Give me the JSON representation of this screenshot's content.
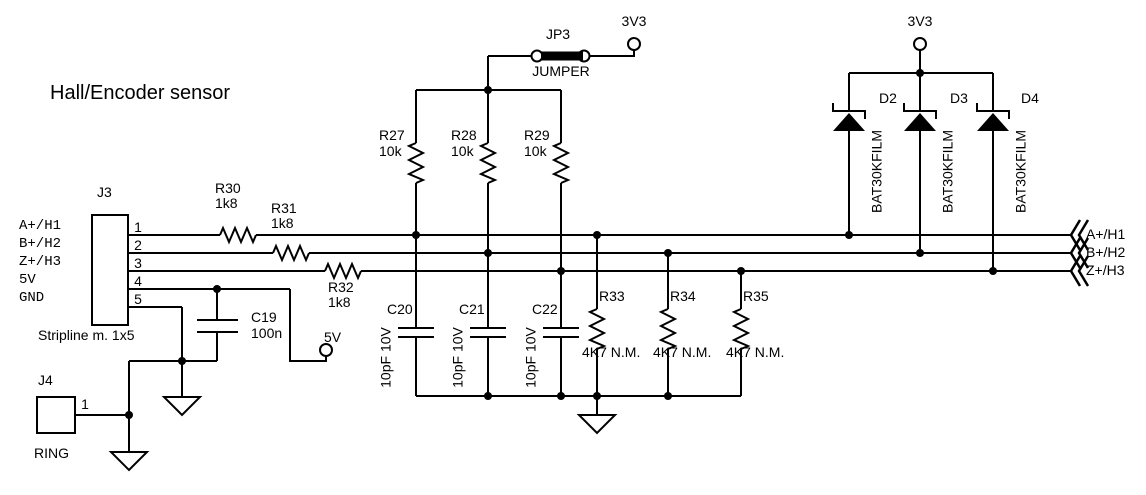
{
  "title": "Hall/Encoder sensor",
  "j3": {
    "ref": "J3",
    "note": "Stripline m. 1x5",
    "pins": [
      {
        "num": "1",
        "label": "A+/H1"
      },
      {
        "num": "2",
        "label": "B+/H2"
      },
      {
        "num": "3",
        "label": "Z+/H3"
      },
      {
        "num": "4",
        "label": "5V"
      },
      {
        "num": "5",
        "label": "GND"
      }
    ]
  },
  "j4": {
    "ref": "J4",
    "pin": "1",
    "note": "RING"
  },
  "jp3": {
    "ref": "JP3",
    "value": "JUMPER"
  },
  "power": {
    "jumper_rail": "3V3",
    "diode_rail": "3V3",
    "sensor_rail": "5V"
  },
  "resistors": {
    "r27": {
      "ref": "R27",
      "value": "10k"
    },
    "r28": {
      "ref": "R28",
      "value": "10k"
    },
    "r29": {
      "ref": "R29",
      "value": "10k"
    },
    "r30": {
      "ref": "R30",
      "value": "1k8"
    },
    "r31": {
      "ref": "R31",
      "value": "1k8"
    },
    "r32": {
      "ref": "R32",
      "value": "1k8"
    },
    "r33": {
      "ref": "R33",
      "value": "4K7 N.M."
    },
    "r34": {
      "ref": "R34",
      "value": "4K7 N.M."
    },
    "r35": {
      "ref": "R35",
      "value": "4K7 N.M."
    }
  },
  "capacitors": {
    "c19": {
      "ref": "C19",
      "value": "100n"
    },
    "c20": {
      "ref": "C20",
      "value": "10pF 10V"
    },
    "c21": {
      "ref": "C21",
      "value": "10pF 10V"
    },
    "c22": {
      "ref": "C22",
      "value": "10pF 10V"
    }
  },
  "diodes": {
    "d2": {
      "ref": "D2",
      "value": "BAT30KFILM"
    },
    "d3": {
      "ref": "D3",
      "value": "BAT30KFILM"
    },
    "d4": {
      "ref": "D4",
      "value": "BAT30KFILM"
    }
  },
  "outputs": {
    "ch1": "A+/H1",
    "ch2": "B+/H2",
    "ch3": "Z+/H3"
  },
  "colors": {
    "ink": "#000000",
    "background": "#ffffff"
  }
}
